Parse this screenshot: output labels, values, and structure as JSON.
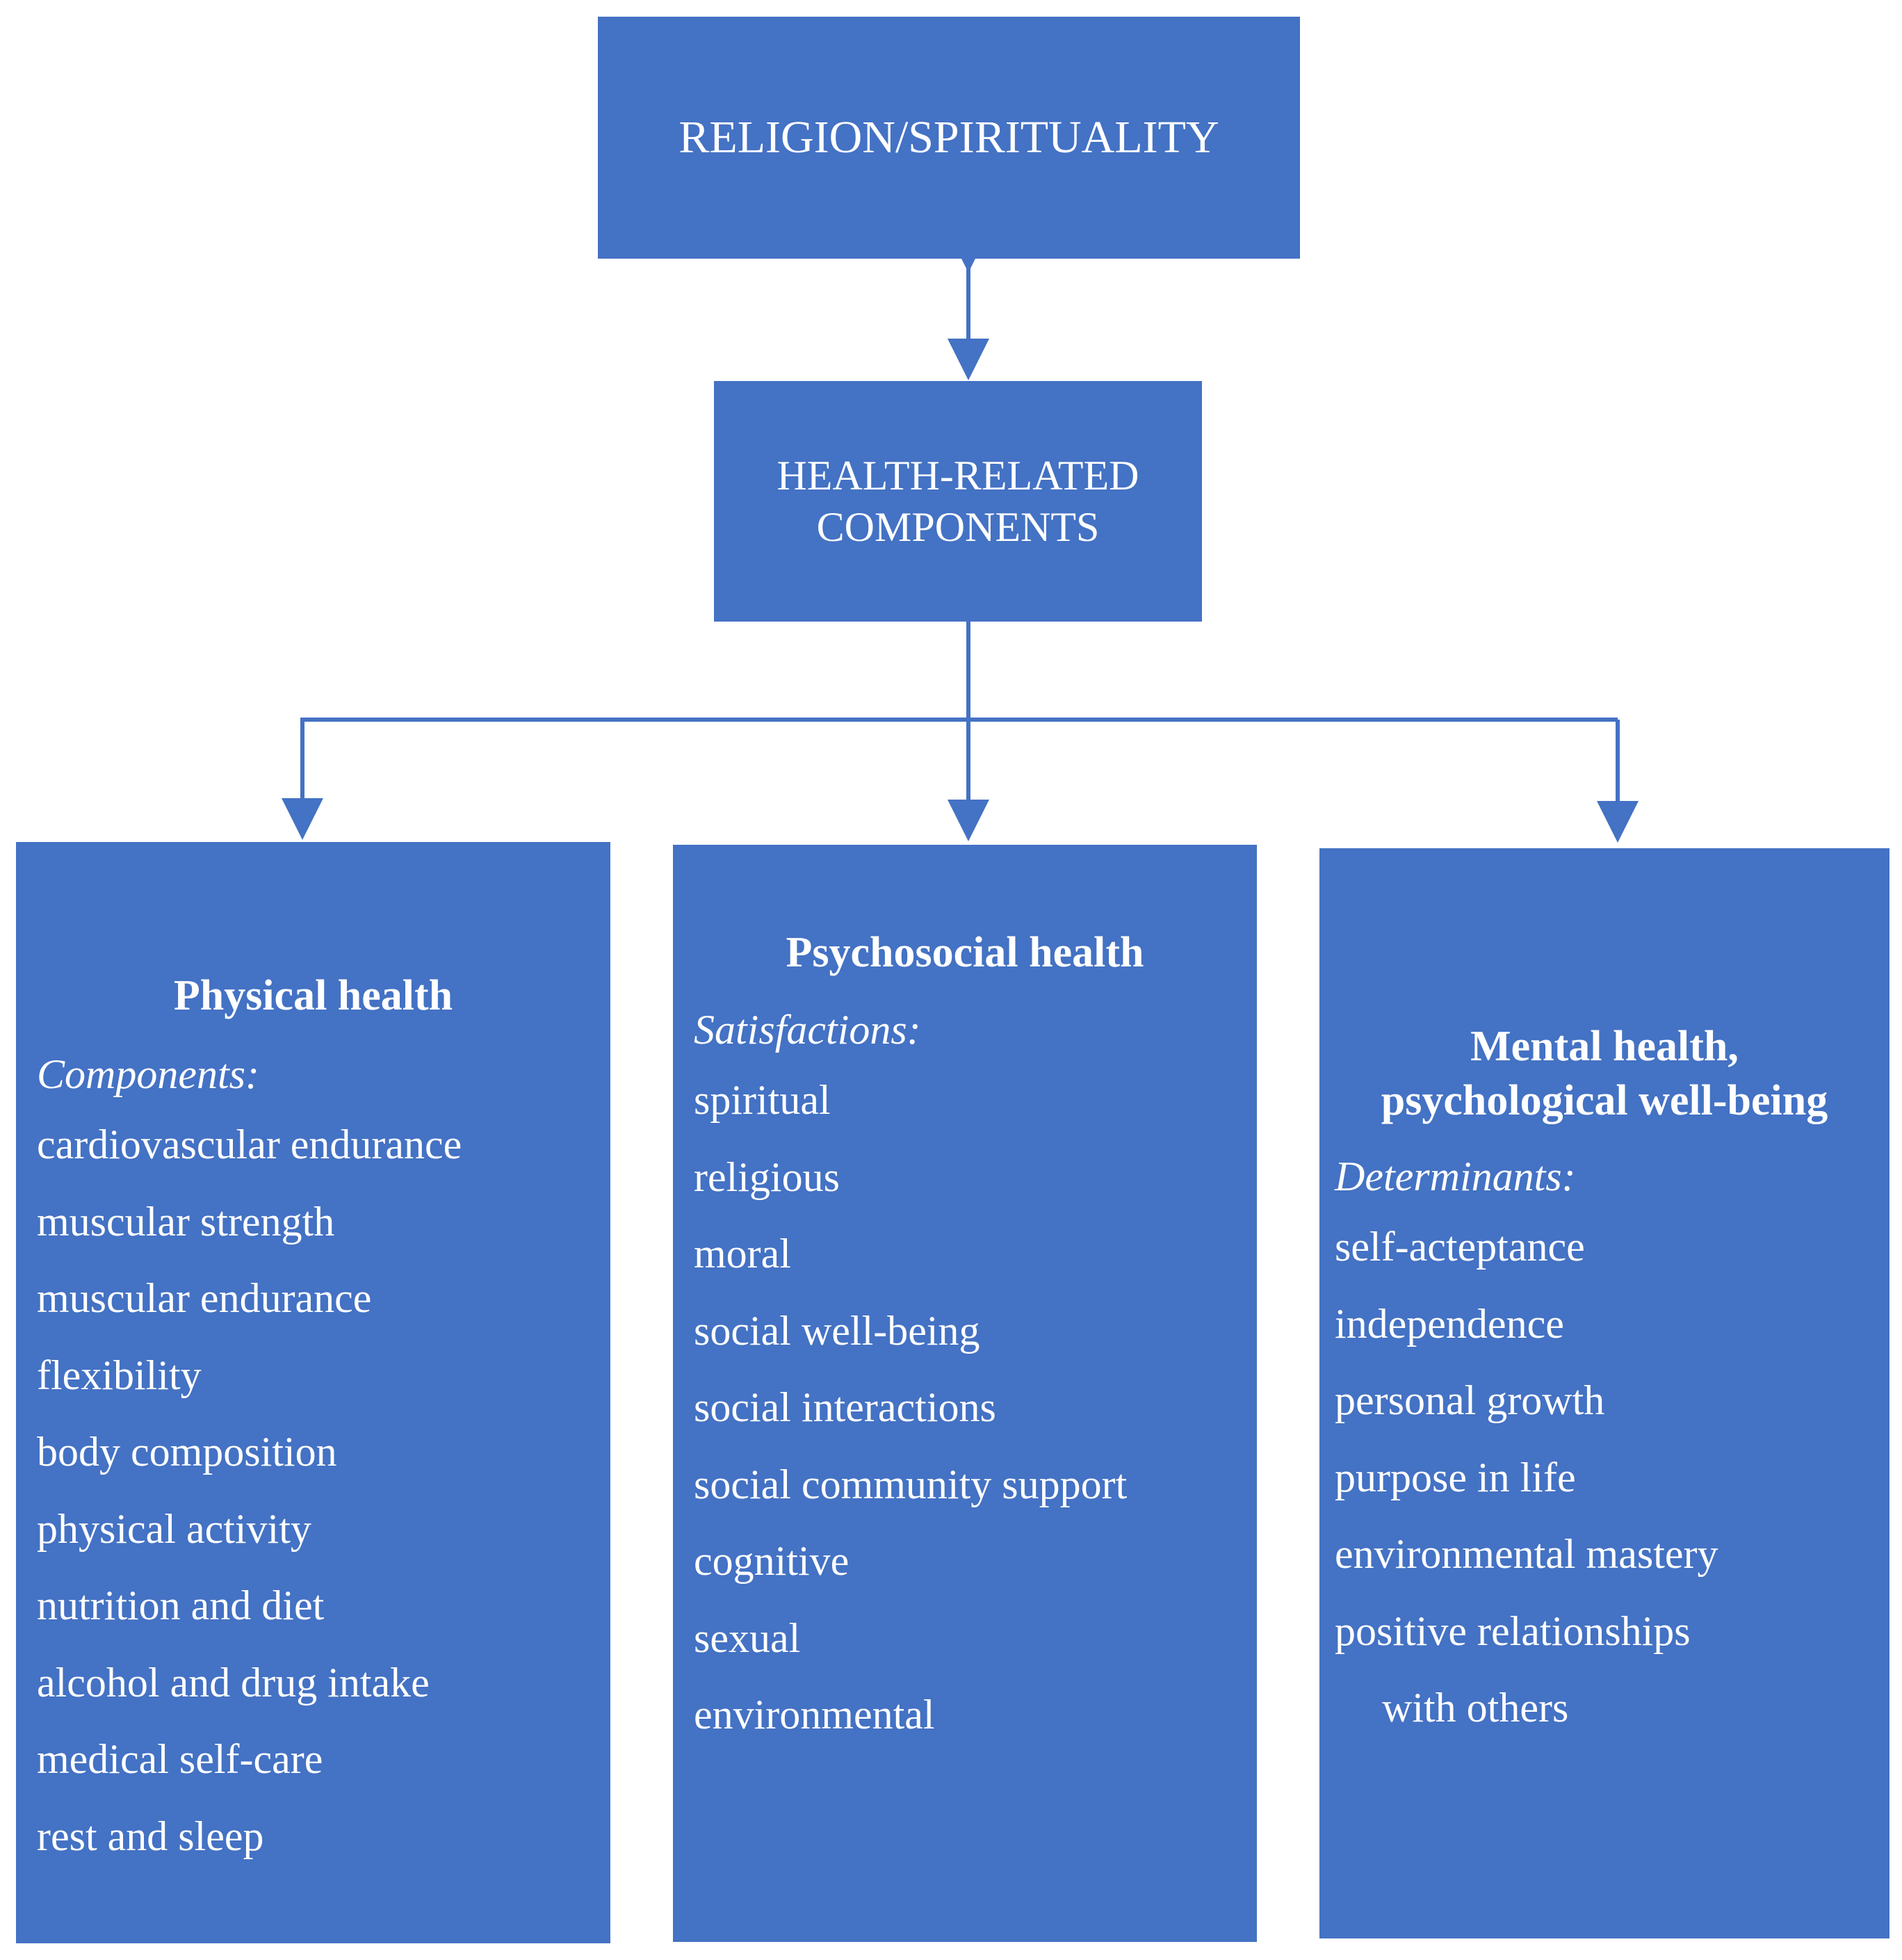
{
  "top_box": {
    "label": "RELIGION/SPIRITUALITY"
  },
  "middle_box": {
    "line1": "HEALTH-RELATED",
    "line2": "COMPONENTS"
  },
  "physical": {
    "heading": "Physical health",
    "subheading": "Components:",
    "items": [
      "cardiovascular endurance",
      "muscular strength",
      "muscular endurance",
      "flexibility",
      "body composition",
      "physical activity",
      "nutrition and diet",
      "alcohol and drug intake",
      "medical self-care",
      "rest and sleep"
    ]
  },
  "psychosocial": {
    "heading": "Psychosocial health",
    "subheading": "Satisfactions:",
    "items": [
      "spiritual",
      "religious",
      "moral",
      "social well-being",
      "social interactions",
      "social community support",
      "cognitive",
      "sexual",
      "environmental"
    ]
  },
  "mental": {
    "heading_line1": "Mental health,",
    "heading_line2": "psychological well-being",
    "subheading": "Determinants:",
    "items": [
      "self-acteptance",
      "independence",
      "personal growth",
      "purpose in life",
      "environmental mastery",
      "positive relationships"
    ],
    "item_continuation": "with others"
  },
  "colors": {
    "box_fill": "#4472c4",
    "connector": "#4472c4",
    "text": "#ffffff"
  }
}
